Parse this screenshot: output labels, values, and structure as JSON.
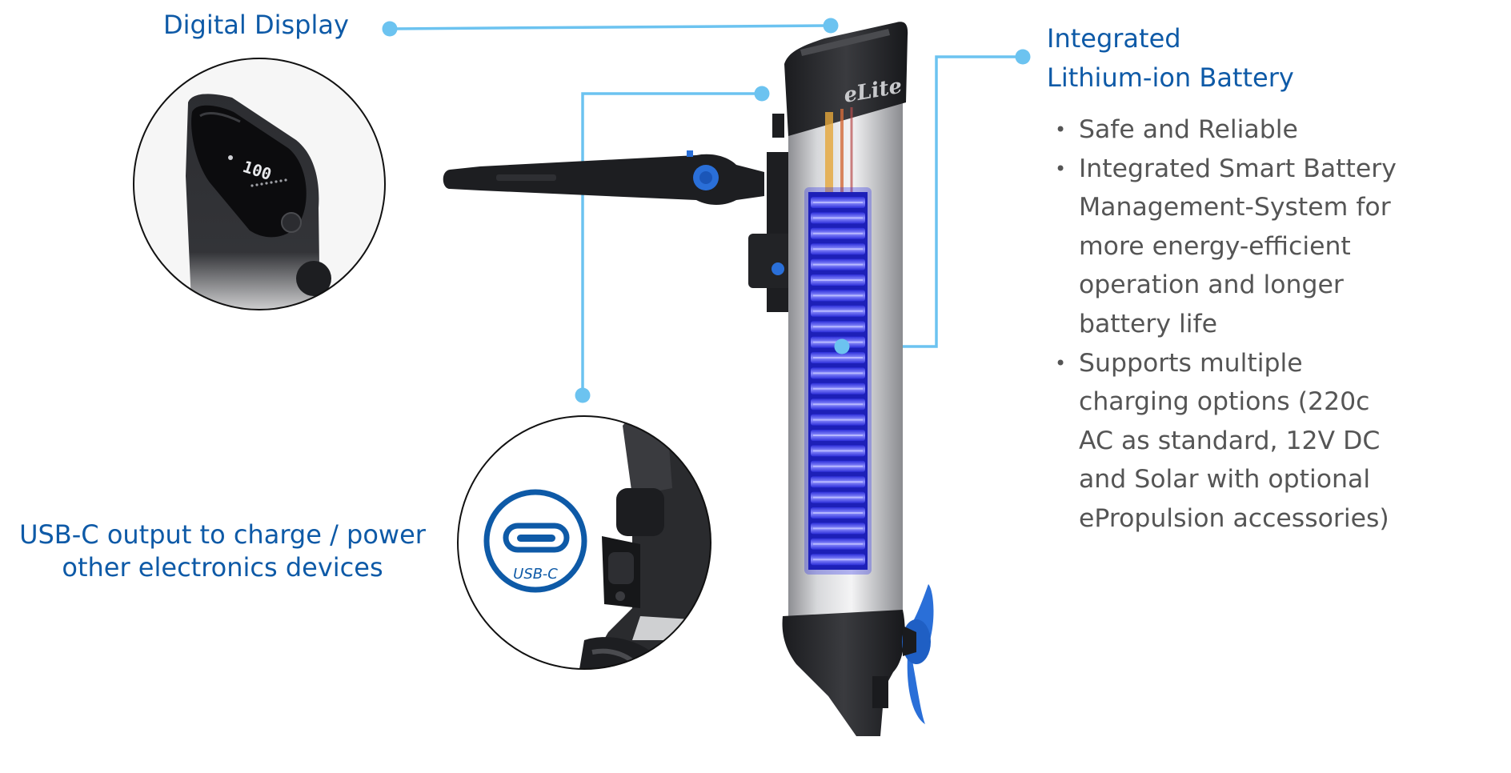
{
  "callouts": {
    "digital_display": {
      "label": "Digital Display"
    },
    "usb_c": {
      "label_lines": [
        "USB-C output to charge / power",
        "other electronics devices"
      ],
      "icon_text": "USB-C"
    },
    "battery": {
      "label_lines": [
        "Integrated",
        "Lithium-ion Battery"
      ],
      "bullets": [
        {
          "lines": [
            "Safe and Reliable"
          ]
        },
        {
          "lines": [
            "Integrated Smart Battery",
            "Management-System for",
            "more energy-efficient",
            "operation and longer",
            "battery life"
          ]
        },
        {
          "lines": [
            "Supports multiple",
            "charging options (220c",
            "AC as standard, 12V DC",
            "and Solar with optional",
            "ePropulsion accessories)"
          ]
        }
      ]
    }
  },
  "product": {
    "brand": "eLite",
    "display_reading": "100"
  },
  "colors": {
    "label_blue": "#0e5aa7",
    "leader_line": "#6cc3f0",
    "body_text": "#555555",
    "accent_blue": "#2a6fd8",
    "cell_glow": "#4a4cff"
  }
}
